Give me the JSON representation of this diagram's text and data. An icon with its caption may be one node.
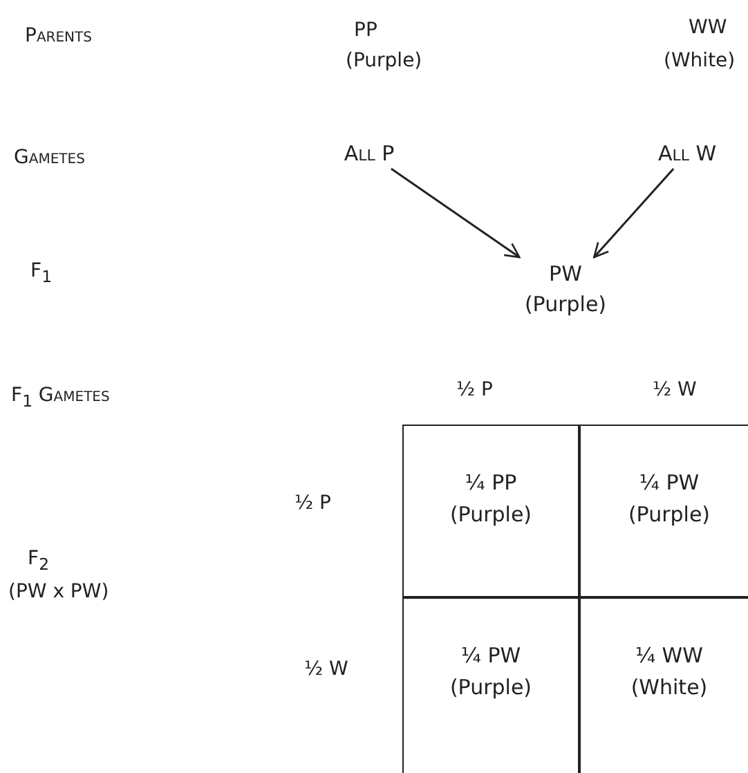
{
  "diagram": {
    "nodes": [
      {
        "text": [
          "All P"
        ]
      },
      {
        "text": [
          "All W"
        ]
      },
      {
        "text": [
          "PW",
          "(Purple)"
        ]
      },
      {
        "text": [
          "¼ PP",
          "(Purple)"
        ]
      },
      {
        "text": [
          "¼ PW",
          "(Purple)"
        ]
      },
      {
        "text": [
          "¼ PW",
          "(Purple)"
        ]
      },
      {
        "text": [
          "¼ WW",
          "(White)"
        ]
      }
    ],
    "edges": [
      {
        "from": 0,
        "to": 2,
        "arrow": "to"
      },
      {
        "from": 1,
        "to": 2,
        "arrow": "to"
      }
    ],
    "labels": [
      "Parents",
      "PP",
      "(Purple)",
      "WW",
      "(White)",
      "Gametes",
      "F$_{1}$",
      "F$_{1}$ Gametes",
      "½ P",
      "½ W",
      "½ P",
      "F$_{2}$",
      "(PW x PW)",
      "½ W"
    ]
  }
}
